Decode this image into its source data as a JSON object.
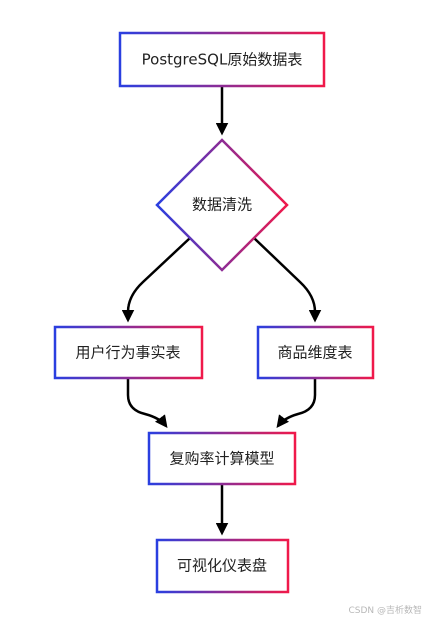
{
  "diagram": {
    "nodes": {
      "source": "PostgreSQL原始数据表",
      "clean": "数据清洗",
      "behavior": "用户行为事实表",
      "product": "商品维度表",
      "model": "复购率计算模型",
      "dashboard": "可视化仪表盘"
    },
    "gradient": {
      "start": "#2a3fe0",
      "end": "#f0194a"
    },
    "edge_color": "#000000"
  },
  "watermark": "CSDN @吉析数智"
}
